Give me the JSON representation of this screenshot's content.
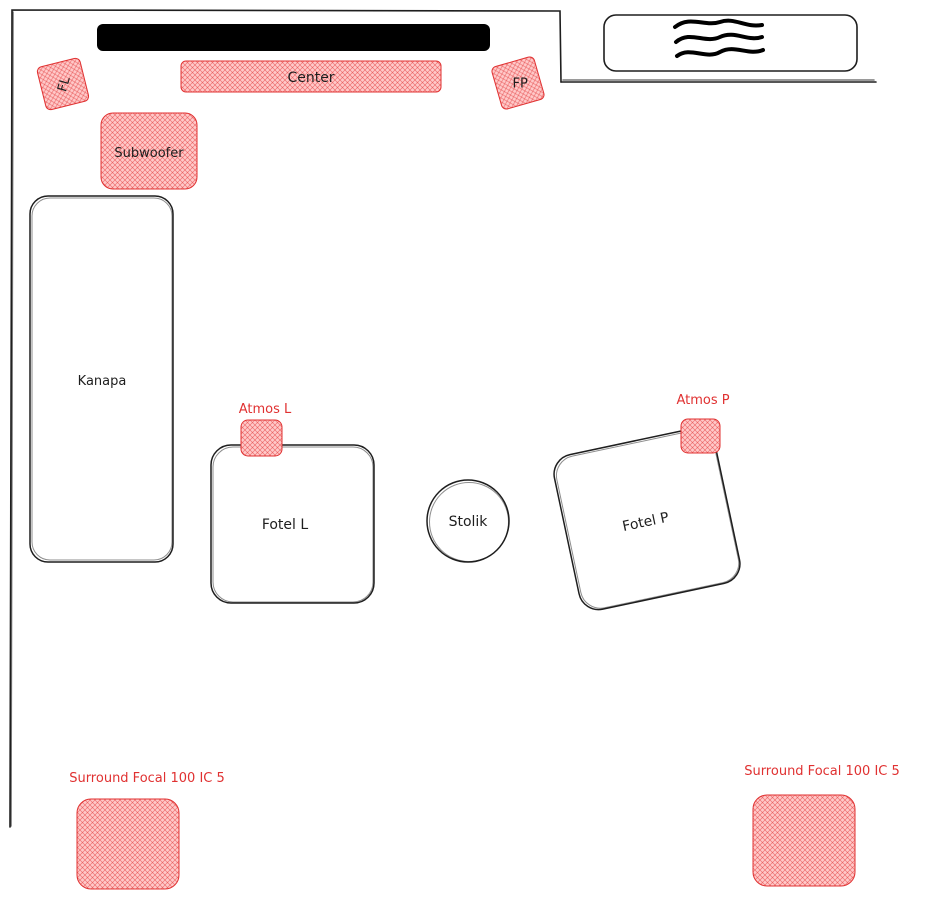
{
  "diagram": {
    "labels": {
      "center": "Center",
      "fl": "FL",
      "fp": "FP",
      "subwoofer": "Subwoofer",
      "kanapa": "Kanapa",
      "fotel_l": "Fotel L",
      "fotel_p": "Fotel P",
      "stolik": "Stolik",
      "atmos_l": "Atmos L",
      "atmos_p": "Atmos P",
      "surround_l": "Surround Focal 100 IC 5",
      "surround_r": "Surround Focal 100 IC 5"
    },
    "colors": {
      "ink": "#1e1e1e",
      "speaker_fill": "#ffc9c9",
      "speaker_hatch": "#e03131",
      "speaker_text": "#e03131"
    },
    "icons": {
      "fireplace": "wave-lines-icon"
    }
  }
}
